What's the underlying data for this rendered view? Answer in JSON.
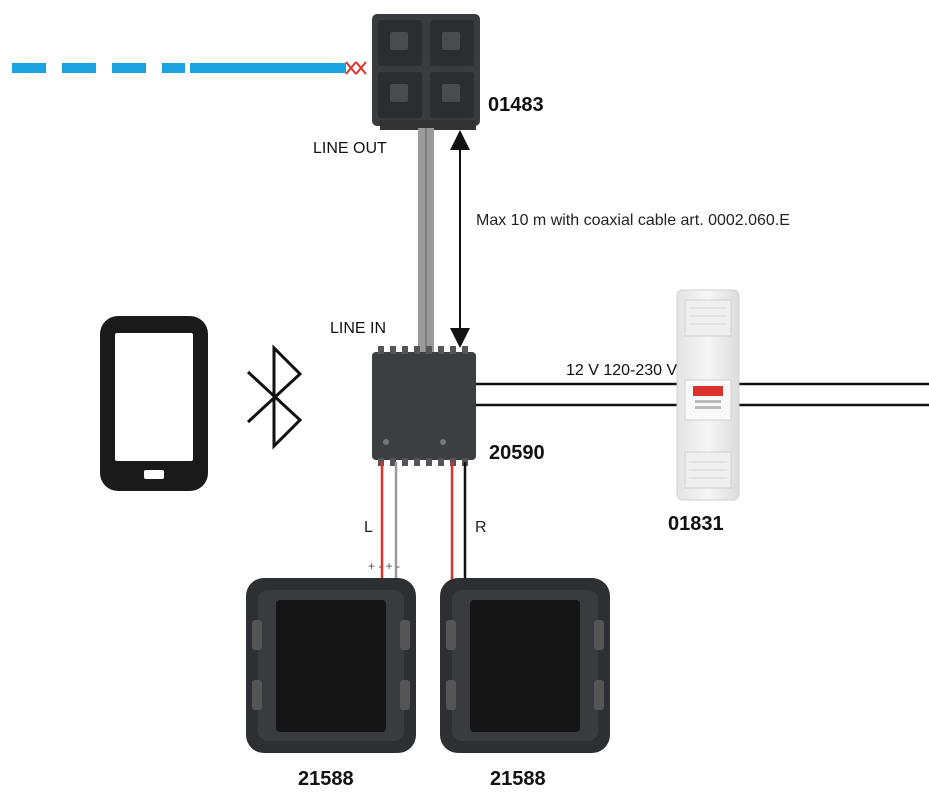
{
  "modules": {
    "top_device_code": "01483",
    "bt_receiver_code": "20590",
    "power_supply_code": "01831",
    "speaker_left_code": "21588",
    "speaker_right_code": "21588"
  },
  "labels": {
    "line_out": "LINE OUT",
    "line_in": "LINE IN",
    "max_distance": "Max 10 m with coaxial cable art. 0002.060.E",
    "supply_voltage": "12 V 120-230 V~",
    "left_channel": "L",
    "right_channel": "R",
    "polarity": "+ - + -"
  },
  "colors": {
    "bus_cable": "#1aa3e0",
    "coax_cable": "#9a9a9a",
    "red_wire": "#d9342b",
    "device_dark": "#3a3b3e"
  },
  "icons": {
    "phone": "smartphone-icon",
    "bluetooth": "bluetooth-icon"
  }
}
